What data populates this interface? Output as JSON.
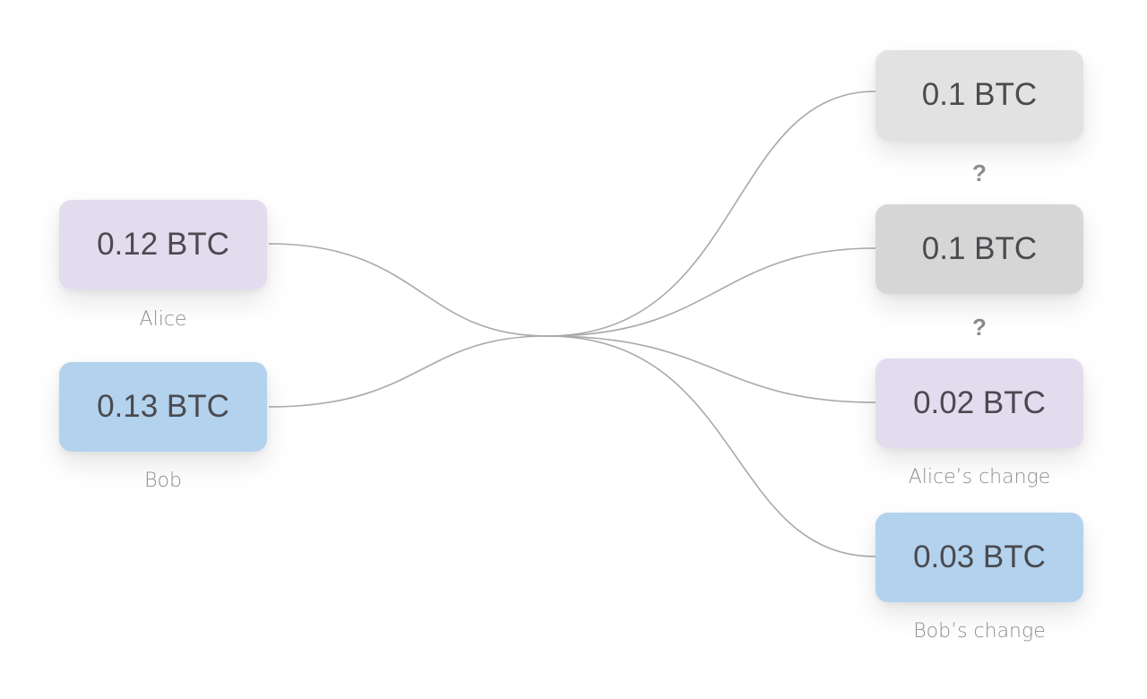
{
  "inputs": [
    {
      "amount": "0.12 BTC",
      "owner": "Alice",
      "color": "#e3dcef"
    },
    {
      "amount": "0.13 BTC",
      "owner": "Bob",
      "color": "#b3d2ed"
    }
  ],
  "outputs": [
    {
      "amount": "0.1 BTC",
      "label": "",
      "color": "#e2e2e2"
    },
    {
      "amount": "0.1 BTC",
      "label": "",
      "color": "#d6d6d6"
    },
    {
      "amount": "0.02 BTC",
      "label": "Alice’s change",
      "color": "#e3dcef"
    },
    {
      "amount": "0.03 BTC",
      "label": "Bob’s change",
      "color": "#b3d2ed"
    }
  ],
  "unknown_markers": [
    "?",
    "?"
  ],
  "connector_color": "#a9a9a9"
}
